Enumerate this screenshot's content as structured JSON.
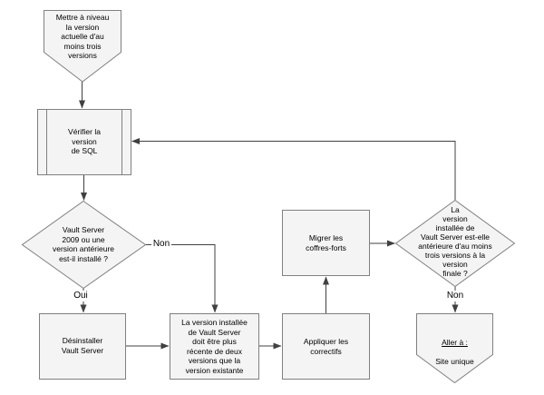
{
  "diagram_type": "flowchart",
  "language": "fr",
  "colors": {
    "background": "#ffffff",
    "shape_fill": "#f4f4f4",
    "shape_border": "#808080",
    "connector": "#404040",
    "text": "#000000"
  },
  "nodes": {
    "start": {
      "shape": "off-page-connector-down",
      "label": "Mettre à niveau\nla version\nactuelle d'au\nmoins trois\nversions"
    },
    "verify_sql": {
      "shape": "predefined-process",
      "label": "Vérifier la\nversion\nde SQL"
    },
    "vault2009_decision": {
      "shape": "decision",
      "label": "Vault Server\n2009 ou une\nversion antérieure\nest-il installé ?"
    },
    "uninstall": {
      "shape": "process",
      "label": "Désinstaller\nVault Server"
    },
    "version_rule": {
      "shape": "process",
      "label": "La version installée\nde Vault Server\ndoit être plus\nrécente de deux\nversions que la\nversion existante"
    },
    "apply_patches": {
      "shape": "process",
      "label": "Appliquer les\ncorrectifs"
    },
    "migrate_vaults": {
      "shape": "process",
      "label": "Migrer les\ncoffres-forts"
    },
    "final_decision": {
      "shape": "decision",
      "label": "La\nversion\ninstallée de\nVault Server est-elle\nantérieure d'au moins\ntrois versions à la\nversion\nfinale ?"
    },
    "goto_site": {
      "shape": "off-page-connector-down",
      "link_label": "Aller à :",
      "label": "Site unique"
    }
  },
  "edge_labels": {
    "oui": "Oui",
    "non_left": "Non",
    "non_right": "Non"
  }
}
